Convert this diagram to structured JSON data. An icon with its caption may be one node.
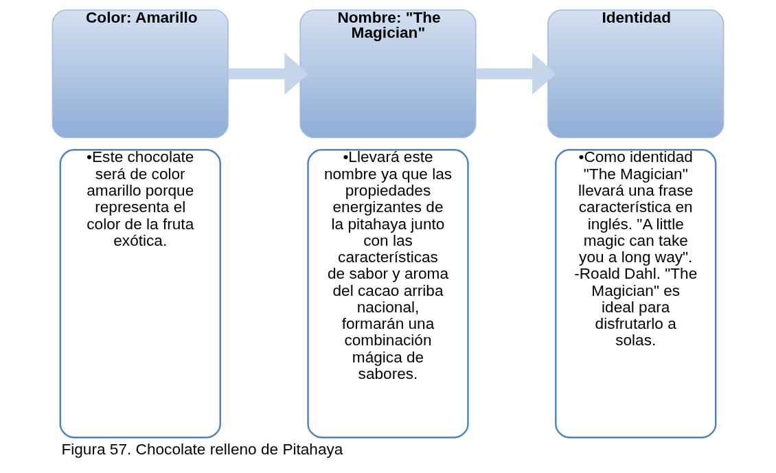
{
  "diagram": {
    "caption": "Figura 57. Chocolate relleno de Pitahaya",
    "nodes": [
      {
        "text": [
          "Color: Amarillo"
        ]
      },
      {
        "text": [
          "•Este chocolate será de color amarillo porque representa el color de la fruta exótica."
        ]
      },
      {
        "text": [
          "Nombre: \"The Magician\""
        ]
      },
      {
        "text": [
          "•Llevará este nombre ya que las propiedades energizantes de la pitahaya junto con las características de sabor y aroma del cacao arriba nacional, formarán una combinación mágica de sabores."
        ]
      },
      {
        "text": [
          "Identidad"
        ]
      },
      {
        "text": [
          "•Como identidad \"The Magician\" llevará una frase característica en inglés. \"A little magic can take you a long way\". -Roald Dahl. \"The Magician\" es ideal para disfrutarlo a solas."
        ]
      }
    ],
    "edges": [
      {
        "from": 0,
        "to": 2,
        "arrow": "to"
      },
      {
        "from": 2,
        "to": 4,
        "arrow": "to"
      }
    ]
  }
}
